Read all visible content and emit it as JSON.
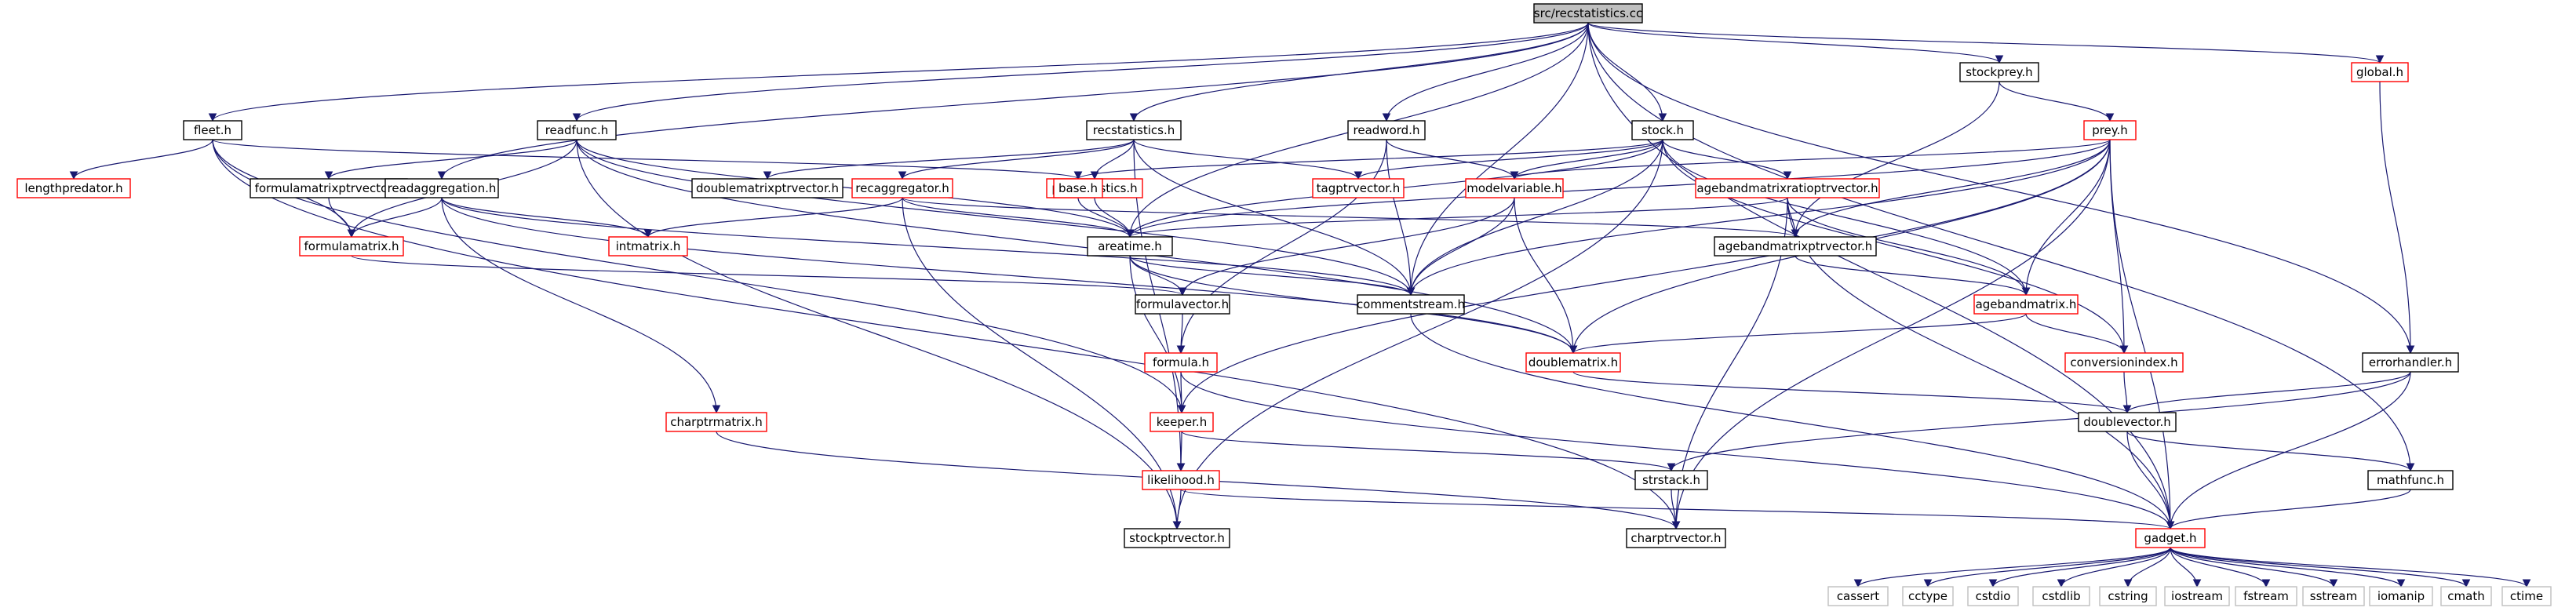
{
  "graph": {
    "nodes": [
      {
        "id": "root",
        "label": "src/recstatistics.cc",
        "style": "root"
      },
      {
        "id": "fleet",
        "label": "fleet.h",
        "style": "normal"
      },
      {
        "id": "readfunc",
        "label": "readfunc.h",
        "style": "normal"
      },
      {
        "id": "recstatistics",
        "label": "recstatistics.h",
        "style": "normal"
      },
      {
        "id": "readword",
        "label": "readword.h",
        "style": "normal"
      },
      {
        "id": "stock",
        "label": "stock.h",
        "style": "normal"
      },
      {
        "id": "stockprey",
        "label": "stockprey.h",
        "style": "normal"
      },
      {
        "id": "global",
        "label": "global.h",
        "style": "red"
      },
      {
        "id": "prey",
        "label": "prey.h",
        "style": "red"
      },
      {
        "id": "lengthpredator",
        "label": "lengthpredator.h",
        "style": "red"
      },
      {
        "id": "formulamatrixptrvector",
        "label": "formulamatrixptrvector.h",
        "style": "normal"
      },
      {
        "id": "readaggregation",
        "label": "readaggregation.h",
        "style": "normal"
      },
      {
        "id": "doublematrixptrvector",
        "label": "doublematrixptrvector.h",
        "style": "normal"
      },
      {
        "id": "recaggregator",
        "label": "recaggregator.h",
        "style": "red"
      },
      {
        "id": "popstatistics",
        "label": "popstatistics.h",
        "style": "red"
      },
      {
        "id": "tagptrvector",
        "label": "tagptrvector.h",
        "style": "red"
      },
      {
        "id": "base",
        "label": "base.h",
        "style": "red"
      },
      {
        "id": "modelvariable",
        "label": "modelvariable.h",
        "style": "red"
      },
      {
        "id": "agebandmatrixratioptrvector",
        "label": "agebandmatrixratioptrvector.h",
        "style": "red"
      },
      {
        "id": "formulamatrix",
        "label": "formulamatrix.h",
        "style": "red"
      },
      {
        "id": "intmatrix",
        "label": "intmatrix.h",
        "style": "red"
      },
      {
        "id": "areatime",
        "label": "areatime.h",
        "style": "normal"
      },
      {
        "id": "agebandmatrixptrvector",
        "label": "agebandmatrixptrvector.h",
        "style": "normal"
      },
      {
        "id": "formulavector",
        "label": "formulavector.h",
        "style": "normal"
      },
      {
        "id": "commentstream",
        "label": "commentstream.h",
        "style": "normal"
      },
      {
        "id": "agebandmatrix",
        "label": "agebandmatrix.h",
        "style": "red"
      },
      {
        "id": "formula",
        "label": "formula.h",
        "style": "red"
      },
      {
        "id": "doublematrix",
        "label": "doublematrix.h",
        "style": "red"
      },
      {
        "id": "conversionindex",
        "label": "conversionindex.h",
        "style": "red"
      },
      {
        "id": "errorhandler",
        "label": "errorhandler.h",
        "style": "normal"
      },
      {
        "id": "charptrmatrix",
        "label": "charptrmatrix.h",
        "style": "red"
      },
      {
        "id": "keeper",
        "label": "keeper.h",
        "style": "red"
      },
      {
        "id": "doublevector",
        "label": "doublevector.h",
        "style": "normal"
      },
      {
        "id": "likelihood",
        "label": "likelihood.h",
        "style": "red"
      },
      {
        "id": "strstack",
        "label": "strstack.h",
        "style": "normal"
      },
      {
        "id": "mathfunc",
        "label": "mathfunc.h",
        "style": "normal"
      },
      {
        "id": "stockptrvector",
        "label": "stockptrvector.h",
        "style": "normal"
      },
      {
        "id": "charptrvector",
        "label": "charptrvector.h",
        "style": "normal"
      },
      {
        "id": "gadget",
        "label": "gadget.h",
        "style": "red"
      },
      {
        "id": "cassert",
        "label": "cassert",
        "style": "gray"
      },
      {
        "id": "cctype",
        "label": "cctype",
        "style": "gray"
      },
      {
        "id": "cstdio",
        "label": "cstdio",
        "style": "gray"
      },
      {
        "id": "cstdlib",
        "label": "cstdlib",
        "style": "gray"
      },
      {
        "id": "cstring",
        "label": "cstring",
        "style": "gray"
      },
      {
        "id": "iostream",
        "label": "iostream",
        "style": "gray"
      },
      {
        "id": "fstream",
        "label": "fstream",
        "style": "gray"
      },
      {
        "id": "sstream",
        "label": "sstream",
        "style": "gray"
      },
      {
        "id": "iomanip",
        "label": "iomanip",
        "style": "gray"
      },
      {
        "id": "cmath",
        "label": "cmath",
        "style": "gray"
      },
      {
        "id": "ctime",
        "label": "ctime",
        "style": "gray"
      }
    ],
    "edges": [
      [
        "root",
        "fleet"
      ],
      [
        "root",
        "readfunc"
      ],
      [
        "root",
        "readaggregation"
      ],
      [
        "root",
        "recstatistics"
      ],
      [
        "root",
        "readword"
      ],
      [
        "root",
        "stock"
      ],
      [
        "root",
        "stockprey"
      ],
      [
        "root",
        "global"
      ],
      [
        "root",
        "areatime"
      ],
      [
        "root",
        "commentstream"
      ],
      [
        "root",
        "errorhandler"
      ],
      [
        "root",
        "mathfunc"
      ],
      [
        "root",
        "gadget"
      ],
      [
        "fleet",
        "lengthpredator"
      ],
      [
        "fleet",
        "formulamatrix"
      ],
      [
        "fleet",
        "base"
      ],
      [
        "fleet",
        "keeper"
      ],
      [
        "fleet",
        "charptrvector"
      ],
      [
        "readfunc",
        "formulamatrixptrvector"
      ],
      [
        "readfunc",
        "stockptrvector"
      ],
      [
        "readfunc",
        "formulamatrix"
      ],
      [
        "readfunc",
        "areatime"
      ],
      [
        "readfunc",
        "commentstream"
      ],
      [
        "readfunc",
        "doublematrix"
      ],
      [
        "readaggregation",
        "formulamatrix"
      ],
      [
        "readaggregation",
        "intmatrix"
      ],
      [
        "readaggregation",
        "charptrmatrix"
      ],
      [
        "readaggregation",
        "commentstream"
      ],
      [
        "readaggregation",
        "doublematrix"
      ],
      [
        "recstatistics",
        "doublematrixptrvector"
      ],
      [
        "recstatistics",
        "recaggregator"
      ],
      [
        "recstatistics",
        "popstatistics"
      ],
      [
        "recstatistics",
        "tagptrvector"
      ],
      [
        "recstatistics",
        "likelihood"
      ],
      [
        "recstatistics",
        "commentstream"
      ],
      [
        "readword",
        "modelvariable"
      ],
      [
        "readword",
        "commentstream"
      ],
      [
        "readword",
        "formula"
      ],
      [
        "stock",
        "base"
      ],
      [
        "stock",
        "tagptrvector"
      ],
      [
        "stock",
        "modelvariable"
      ],
      [
        "stock",
        "agebandmatrixratioptrvector"
      ],
      [
        "stock",
        "areatime"
      ],
      [
        "stock",
        "commentstream"
      ],
      [
        "stock",
        "agebandmatrix"
      ],
      [
        "stock",
        "conversionindex"
      ],
      [
        "stock",
        "stockptrvector"
      ],
      [
        "stockprey",
        "prey"
      ],
      [
        "stockprey",
        "agebandmatrixptrvector"
      ],
      [
        "global",
        "errorhandler"
      ],
      [
        "prey",
        "modelvariable"
      ],
      [
        "prey",
        "areatime"
      ],
      [
        "prey",
        "agebandmatrixptrvector"
      ],
      [
        "prey",
        "commentstream"
      ],
      [
        "prey",
        "agebandmatrix"
      ],
      [
        "prey",
        "doublematrix"
      ],
      [
        "prey",
        "conversionindex"
      ],
      [
        "prey",
        "charptrvector"
      ],
      [
        "prey",
        "keeper"
      ],
      [
        "prey",
        "gadget"
      ],
      [
        "formulamatrixptrvector",
        "formulamatrix"
      ],
      [
        "formulamatrix",
        "formulavector"
      ],
      [
        "recaggregator",
        "areatime"
      ],
      [
        "recaggregator",
        "intmatrix"
      ],
      [
        "recaggregator",
        "agebandmatrixptrvector"
      ],
      [
        "recaggregator",
        "stockptrvector"
      ],
      [
        "popstatistics",
        "areatime"
      ],
      [
        "base",
        "areatime"
      ],
      [
        "modelvariable",
        "formulavector"
      ],
      [
        "modelvariable",
        "commentstream"
      ],
      [
        "modelvariable",
        "doublematrix"
      ],
      [
        "agebandmatrixratioptrvector",
        "agebandmatrixptrvector"
      ],
      [
        "agebandmatrixratioptrvector",
        "agebandmatrix"
      ],
      [
        "agebandmatrixratioptrvector",
        "charptrvector"
      ],
      [
        "agebandmatrixratioptrvector",
        "gadget"
      ],
      [
        "agebandmatrixratioptrvector",
        "areatime"
      ],
      [
        "areatime",
        "formulavector"
      ],
      [
        "areatime",
        "commentstream"
      ],
      [
        "areatime",
        "doublematrix"
      ],
      [
        "areatime",
        "keeper"
      ],
      [
        "agebandmatrixptrvector",
        "agebandmatrix"
      ],
      [
        "formulavector",
        "formula"
      ],
      [
        "formula",
        "keeper"
      ],
      [
        "formula",
        "gadget"
      ],
      [
        "commentstream",
        "gadget"
      ],
      [
        "agebandmatrix",
        "doublematrix"
      ],
      [
        "agebandmatrix",
        "conversionindex"
      ],
      [
        "doublematrix",
        "doublevector"
      ],
      [
        "conversionindex",
        "doublevector"
      ],
      [
        "errorhandler",
        "doublevector"
      ],
      [
        "errorhandler",
        "strstack"
      ],
      [
        "errorhandler",
        "gadget"
      ],
      [
        "charptrmatrix",
        "charptrvector"
      ],
      [
        "keeper",
        "likelihood"
      ],
      [
        "keeper",
        "strstack"
      ],
      [
        "doublevector",
        "gadget"
      ],
      [
        "doublevector",
        "mathfunc"
      ],
      [
        "likelihood",
        "stockptrvector"
      ],
      [
        "likelihood",
        "gadget"
      ],
      [
        "strstack",
        "charptrvector"
      ],
      [
        "mathfunc",
        "gadget"
      ],
      [
        "gadget",
        "cassert"
      ],
      [
        "gadget",
        "cctype"
      ],
      [
        "gadget",
        "cstdio"
      ],
      [
        "gadget",
        "cstdlib"
      ],
      [
        "gadget",
        "cstring"
      ],
      [
        "gadget",
        "iostream"
      ],
      [
        "gadget",
        "fstream"
      ],
      [
        "gadget",
        "sstream"
      ],
      [
        "gadget",
        "iomanip"
      ],
      [
        "gadget",
        "cmath"
      ],
      [
        "gadget",
        "ctime"
      ]
    ]
  },
  "colors": {
    "edge": "#191970",
    "normal_border": "#000000",
    "red_border": "#ff0000",
    "gray_border": "#bfbfbf",
    "root_fill": "#bfbfbf"
  }
}
